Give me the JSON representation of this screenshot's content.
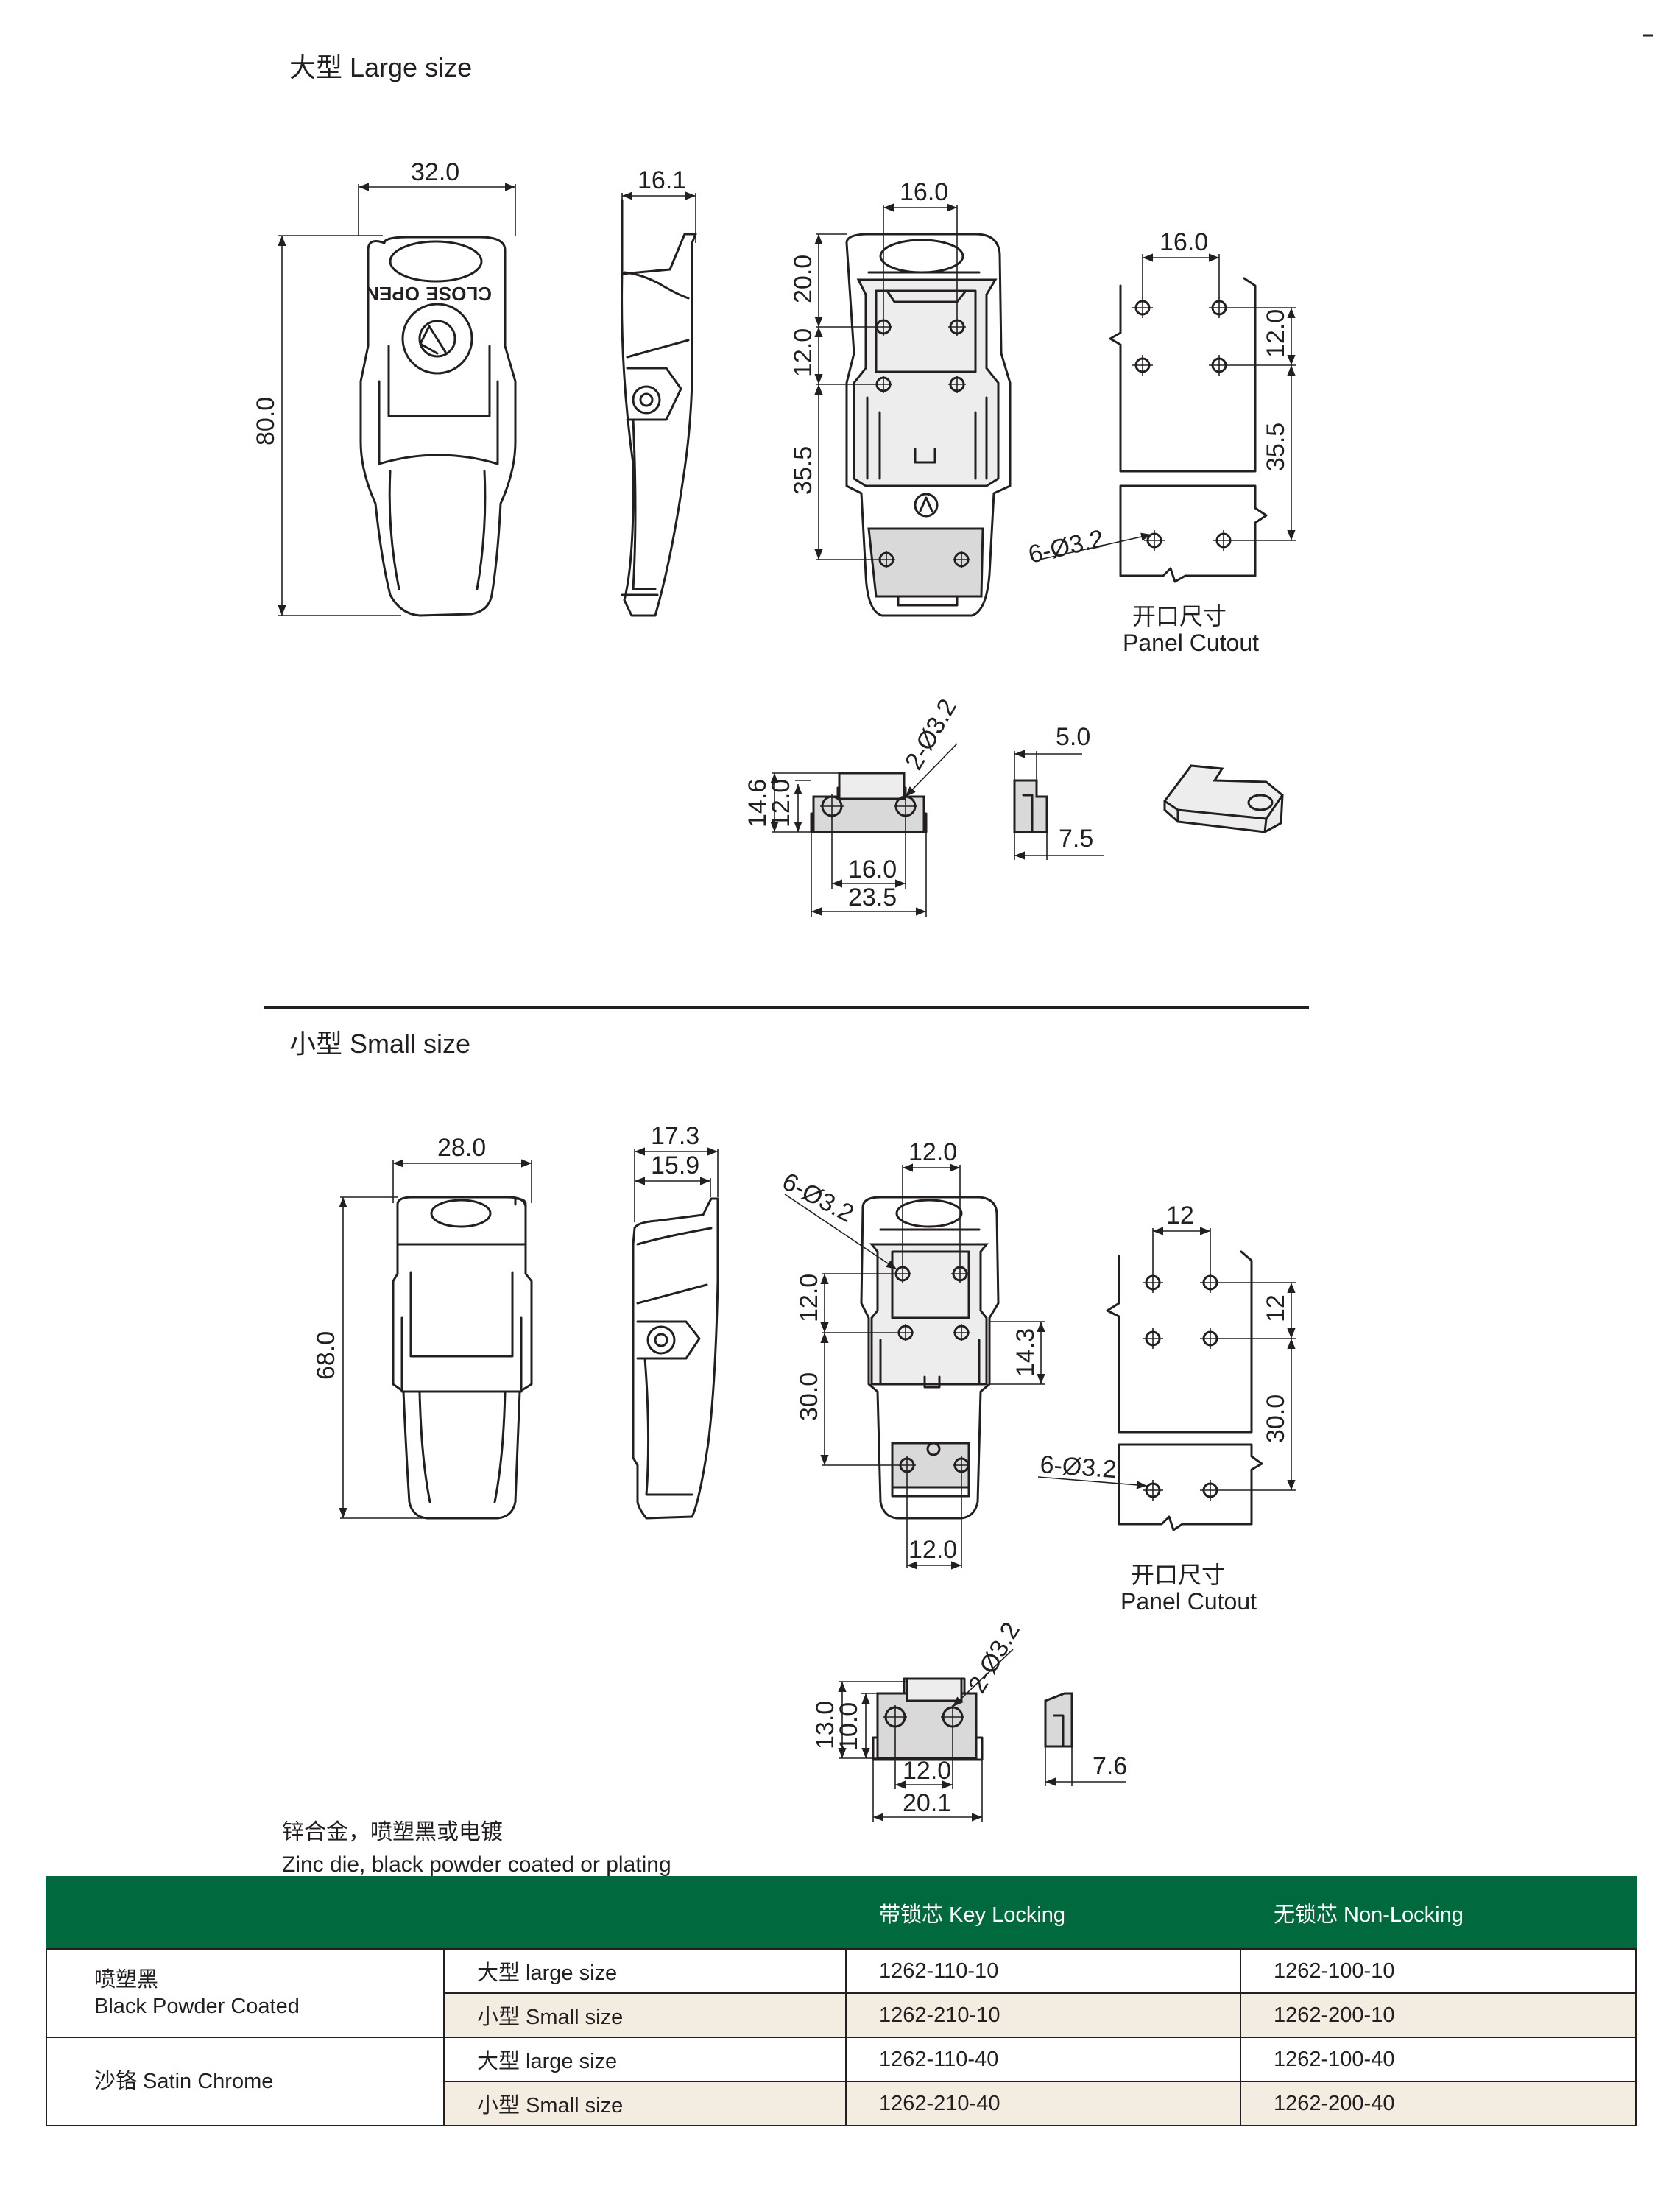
{
  "sections": {
    "large": {
      "title": "大型 Large size"
    },
    "small": {
      "title": "小型 Small size"
    }
  },
  "dimensions": {
    "large": {
      "front_width": "32.0",
      "front_height": "80.0",
      "side_depth": "16.1",
      "back_width": "16.0",
      "back_d1": "20.0",
      "back_d2": "12.0",
      "back_d3": "35.5",
      "cutout_width": "16.0",
      "cutout_d1": "12.0",
      "cutout_d2": "35.5",
      "cutout_holes": "6-Ø3.2",
      "keeper_h1": "14.6",
      "keeper_h2": "12.0",
      "keeper_holes": "2-Ø3.2",
      "keeper_w1": "16.0",
      "keeper_w2": "23.5",
      "keeper_side_t": "5.0",
      "keeper_side_d": "7.5"
    },
    "small": {
      "front_width": "28.0",
      "front_height": "68.0",
      "side_d1": "17.3",
      "side_d2": "15.9",
      "back_width": "12.0",
      "back_holes": "6-Ø3.2",
      "back_d1": "12.0",
      "back_d2": "30.0",
      "back_d3": "14.3",
      "back_bottom": "12.0",
      "cutout_width": "12",
      "cutout_d1": "12",
      "cutout_d2": "30.0",
      "cutout_holes": "6-Ø3.2",
      "keeper_h1": "13.0",
      "keeper_h2": "10.0",
      "keeper_holes": "2-Ø3.2",
      "keeper_w1": "12.0",
      "keeper_w2": "20.1",
      "keeper_side_d": "7.6"
    }
  },
  "labels": {
    "open": "OPEN",
    "close": "CLOSE",
    "cutout_cn": "开口尺寸",
    "cutout_en": "Panel Cutout"
  },
  "material": {
    "cn": "锌合金，喷塑黑或电镀",
    "en": "Zinc die, black powder coated or plating"
  },
  "table": {
    "headers": [
      "",
      "",
      "带锁芯  Key Locking",
      "无锁芯  Non-Locking"
    ],
    "groups": [
      {
        "finish_cn": "喷塑黑",
        "finish_en": "Black Powder Coated",
        "rows": [
          {
            "size": "大型 large size",
            "key": "1262-110-10",
            "non": "1262-100-10"
          },
          {
            "size": "小型 Small size",
            "key": "1262-210-10",
            "non": "1262-200-10"
          }
        ]
      },
      {
        "finish": "沙铬  Satin Chrome",
        "rows": [
          {
            "size": "大型 large size",
            "key": "1262-110-40",
            "non": "1262-100-40"
          },
          {
            "size": "小型 Small size",
            "key": "1262-210-40",
            "non": "1262-200-40"
          }
        ]
      }
    ]
  },
  "colors": {
    "header_green": "#00693e",
    "row_tint": "#f2ece1",
    "ink": "#231f20"
  }
}
